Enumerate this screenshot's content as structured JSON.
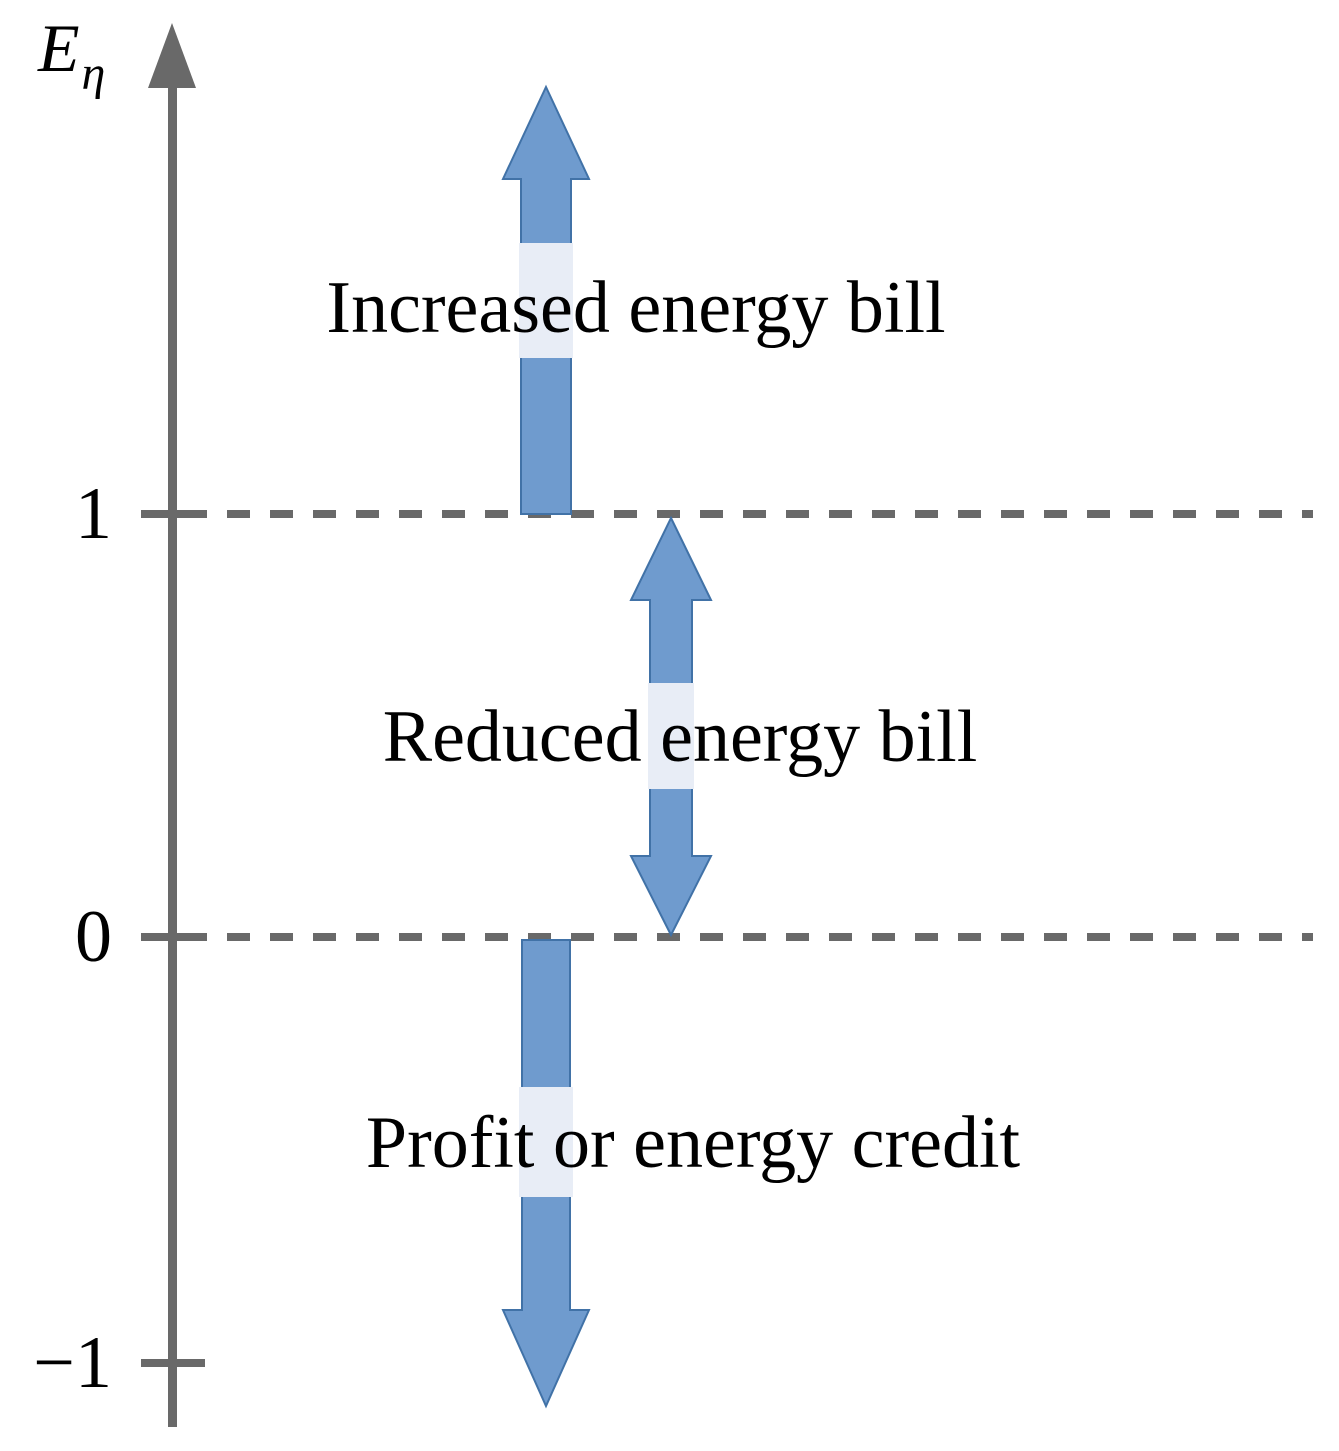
{
  "diagram": {
    "y_axis": {
      "label_base": "E",
      "label_sub": "η",
      "ticks": {
        "one": "1",
        "zero": "0",
        "minus_one": "−1"
      }
    },
    "regions": [
      {
        "label": "Increased energy bill",
        "arrow": "up-arrow",
        "position": "above tick 1"
      },
      {
        "label": "Reduced energy bill",
        "arrow": "double-arrow",
        "position": "between ticks 0 and 1"
      },
      {
        "label": "Profit or energy credit",
        "arrow": "down-arrow",
        "position": "below tick 0"
      }
    ],
    "colors": {
      "axis": "#696969",
      "arrow_fill": "#6f9bce",
      "arrow_stroke": "#4172a7",
      "arrow_light_band": "#e8edf6",
      "text": "#000000"
    }
  }
}
